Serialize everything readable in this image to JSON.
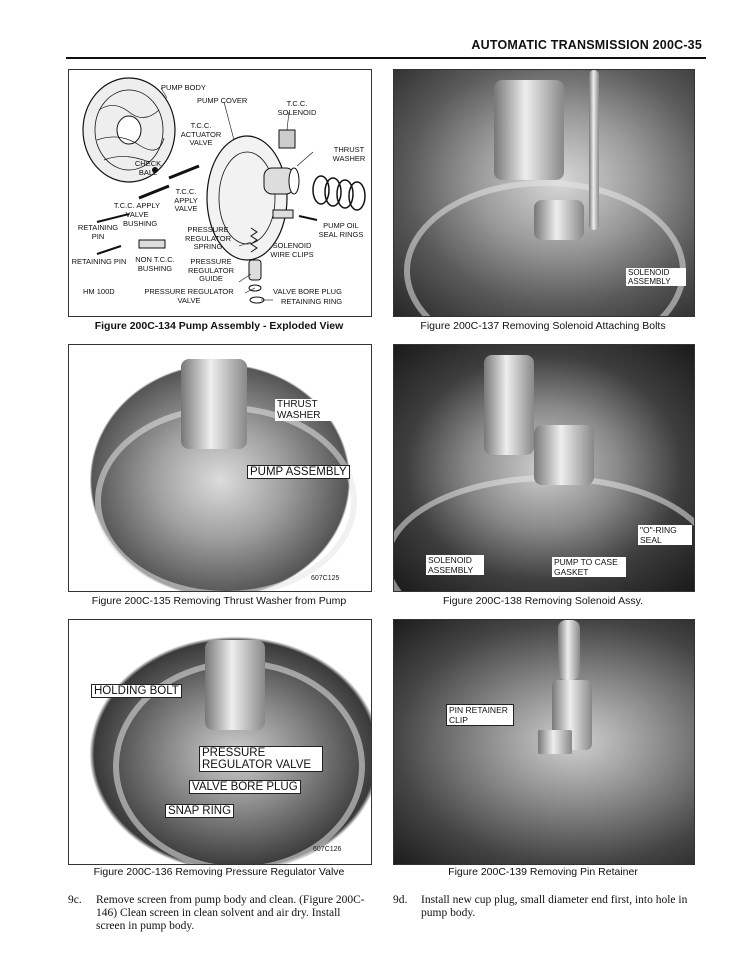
{
  "header": "AUTOMATIC TRANSMISSION 200C-35",
  "figures": {
    "f134": {
      "caption": "Figure 200C-134 Pump Assembly - Exploded View",
      "labels": {
        "pump_body": "PUMP BODY",
        "pump_cover": "PUMP COVER",
        "tcc_solenoid": "T.C.C. SOLENOID",
        "tcc_actuator": "T.C.C. ACTUATOR VALVE",
        "thrust_washer": "THRUST WASHER",
        "check_ball": "CHECK BALL",
        "tcc_apply_valve_r": "T.C.C. APPLY VALVE",
        "tcc_apply_valve_l": "T.C.C. APPLY VALVE",
        "bushing": "BUSHING",
        "retaining_pin_1": "RETAINING PIN",
        "pressure_reg_spring": "PRESSURE REGULATOR SPRING",
        "pump_oil_seal": "PUMP OIL SEAL RINGS",
        "solenoid_clips": "SOLENOID WIRE CLIPS",
        "non_tcc_bushing": "NON T.C.C. BUSHING",
        "retaining_pin_2": "RETAINING PIN",
        "pressure_reg_guide": "PRESSURE REGULATOR GUIDE",
        "hm100d": "HM 100D",
        "pressure_reg_valve": "PRESSURE REGULATOR VALVE",
        "valve_bore_plug": "VALVE BORE PLUG",
        "retaining_ring": "RETAINING RING"
      }
    },
    "f137": {
      "caption": "Figure 200C-137 Removing Solenoid Attaching Bolts",
      "labels": {
        "solenoid": "SOLENOID ASSEMBLY"
      }
    },
    "f135": {
      "caption": "Figure 200C-135 Removing Thrust Washer from Pump",
      "labels": {
        "thrust": "THRUST WASHER",
        "pump": "PUMP ASSEMBLY",
        "code": "607C125"
      }
    },
    "f138": {
      "caption": "Figure 200C-138 Removing Solenoid Assy.",
      "labels": {
        "oring": "\"O\"-RING SEAL",
        "solenoid": "SOLENOID ASSEMBLY",
        "gasket": "PUMP TO CASE GASKET"
      }
    },
    "f136": {
      "caption": "Figure 200C-136 Removing Pressure Regulator Valve",
      "labels": {
        "holding": "HOLDING BOLT",
        "prv": "PRESSURE REGULATOR VALVE",
        "vbp": "VALVE BORE PLUG",
        "snap": "SNAP RING",
        "code": "607C126"
      }
    },
    "f139": {
      "caption": "Figure 200C-139 Removing Pin Retainer",
      "labels": {
        "clip": "PIN RETAINER CLIP"
      }
    }
  },
  "steps": {
    "s9c": {
      "num": "9c.",
      "text": "Remove screen from pump body and clean. (Figure 200C-146) Clean screen in clean solvent and air dry. Install screen in pump body."
    },
    "s9d": {
      "num": "9d.",
      "text": "Install new cup plug, small diameter end first, into hole in pump body."
    }
  }
}
